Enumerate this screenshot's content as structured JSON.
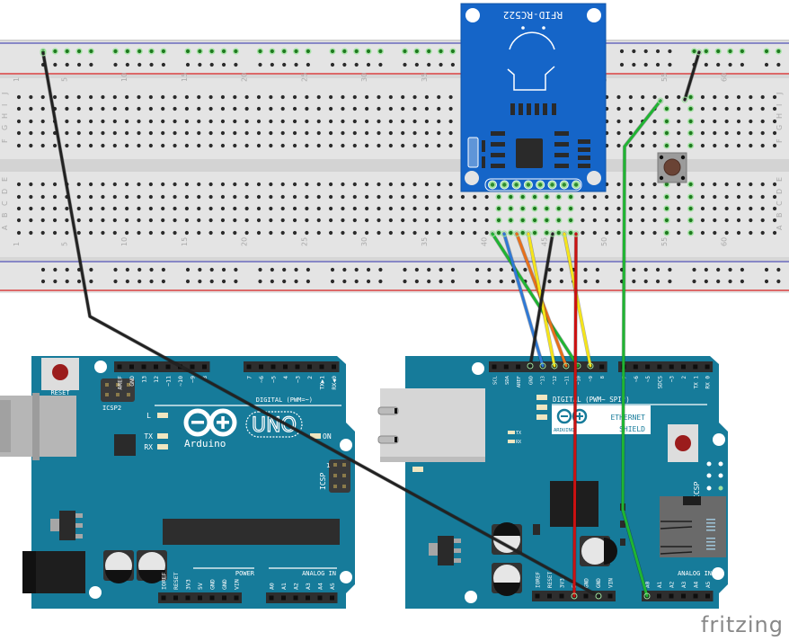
{
  "diagram": {
    "tool_watermark": "fritzing",
    "breadboard": {
      "name": "Full-size breadboard",
      "row_letters_top": [
        "J",
        "I",
        "H",
        "G",
        "F"
      ],
      "row_letters_bottom": [
        "E",
        "D",
        "C",
        "B",
        "A"
      ],
      "column_labels": [
        "1",
        "5",
        "10",
        "15",
        "20",
        "25",
        "30",
        "35",
        "40",
        "45",
        "50",
        "55",
        "60"
      ]
    },
    "rfid_module": {
      "label": "RFID-RC522",
      "pin_count": 8
    },
    "pushbutton": {
      "name": "Tactile pushbutton"
    },
    "arduino_uno": {
      "reset_label": "RESET",
      "icsp2_label": "ICSP2",
      "icsp_label": "ICSP",
      "brand_label": "Arduino",
      "model_label": "UNO",
      "led_labels": [
        "L",
        "TX",
        "RX",
        "ON"
      ],
      "digital_header_title": "DIGITAL (PWM=~)",
      "digital_pins_left": [
        "AREF",
        "GND",
        "13",
        "12",
        "~11",
        "~10",
        "~9",
        "8"
      ],
      "digital_pins_right": [
        "7",
        "~6",
        "~5",
        "4",
        "~3",
        "2",
        "TX▶1",
        "RX◀0"
      ],
      "power_title": "POWER",
      "power_pins": [
        "IOREF",
        "RESET",
        "3V3",
        "5V",
        "GND",
        "GND",
        "VIN"
      ],
      "analog_title": "ANALOG IN",
      "analog_pins": [
        "A0",
        "A1",
        "A2",
        "A3",
        "A4",
        "A5"
      ],
      "icsp_pin1_label": "1"
    },
    "ethernet_shield": {
      "title_line1": "ETHERNET",
      "title_line2": "SHIELD",
      "brand_label": "ARDUINO",
      "digital_header_title": "DIGITAL (PWM~ SPI*)",
      "digital_pins_left": [
        "SCL",
        "SDA",
        "AREF",
        "GND",
        "^13",
        "^12",
        "~11",
        "~10",
        "~9",
        "8"
      ],
      "digital_pins_right": [
        "7",
        "~6",
        "~5",
        "SDCS",
        "~3",
        "2",
        "TX 1",
        "RX 0"
      ],
      "power_pins": [
        "IOREF",
        "RESET",
        "3V3",
        "5V",
        "GND",
        "GND",
        "VIN"
      ],
      "analog_title": "ANALOG IN",
      "analog_pins": [
        "A0",
        "A1",
        "A2",
        "A3",
        "A4",
        "A5"
      ],
      "led_labels": [
        "TX",
        "RX"
      ],
      "icsp_label": "ICSP"
    },
    "wires": [
      {
        "id": "gnd-bridge",
        "color": "#222222",
        "from": "breadboard top rail (-)",
        "to": "Uno-side shield GND"
      },
      {
        "id": "rfid-sda",
        "color": "#1fb532",
        "from": "RFID pin 1 (SDA)",
        "to": "Shield D10"
      },
      {
        "id": "rfid-sck",
        "color": "#2f79d6",
        "from": "RFID pin 2 (SCK)",
        "to": "Shield D13"
      },
      {
        "id": "rfid-mosi",
        "color": "#e8701a",
        "from": "RFID pin 3 (MOSI)",
        "to": "Shield D11"
      },
      {
        "id": "rfid-miso",
        "color": "#f5e51a",
        "from": "RFID pin 4 (MISO)",
        "to": "Shield D12"
      },
      {
        "id": "rfid-gnd",
        "color": "#222222",
        "from": "RFID pin 6 (GND)",
        "to": "Shield GND"
      },
      {
        "id": "rfid-rst",
        "color": "#f5e51a",
        "from": "RFID pin 7 (RST)",
        "to": "Shield D9"
      },
      {
        "id": "rfid-3v3",
        "color": "#cc1111",
        "from": "RFID pin 8 (3.3V)",
        "to": "Shield 3V3"
      },
      {
        "id": "button-signal",
        "color": "#1fb532",
        "from": "Pushbutton",
        "to": "Shield A0"
      },
      {
        "id": "button-gnd",
        "color": "#222222",
        "from": "Pushbutton",
        "to": "breadboard top rail"
      }
    ],
    "colors": {
      "board": "#167b9a",
      "breadboard": "#e2e2e2",
      "rfid": "#1565c8",
      "rail_blue": "#2a2aa8",
      "rail_red": "#d94040",
      "header": "#2e2e2e"
    }
  }
}
